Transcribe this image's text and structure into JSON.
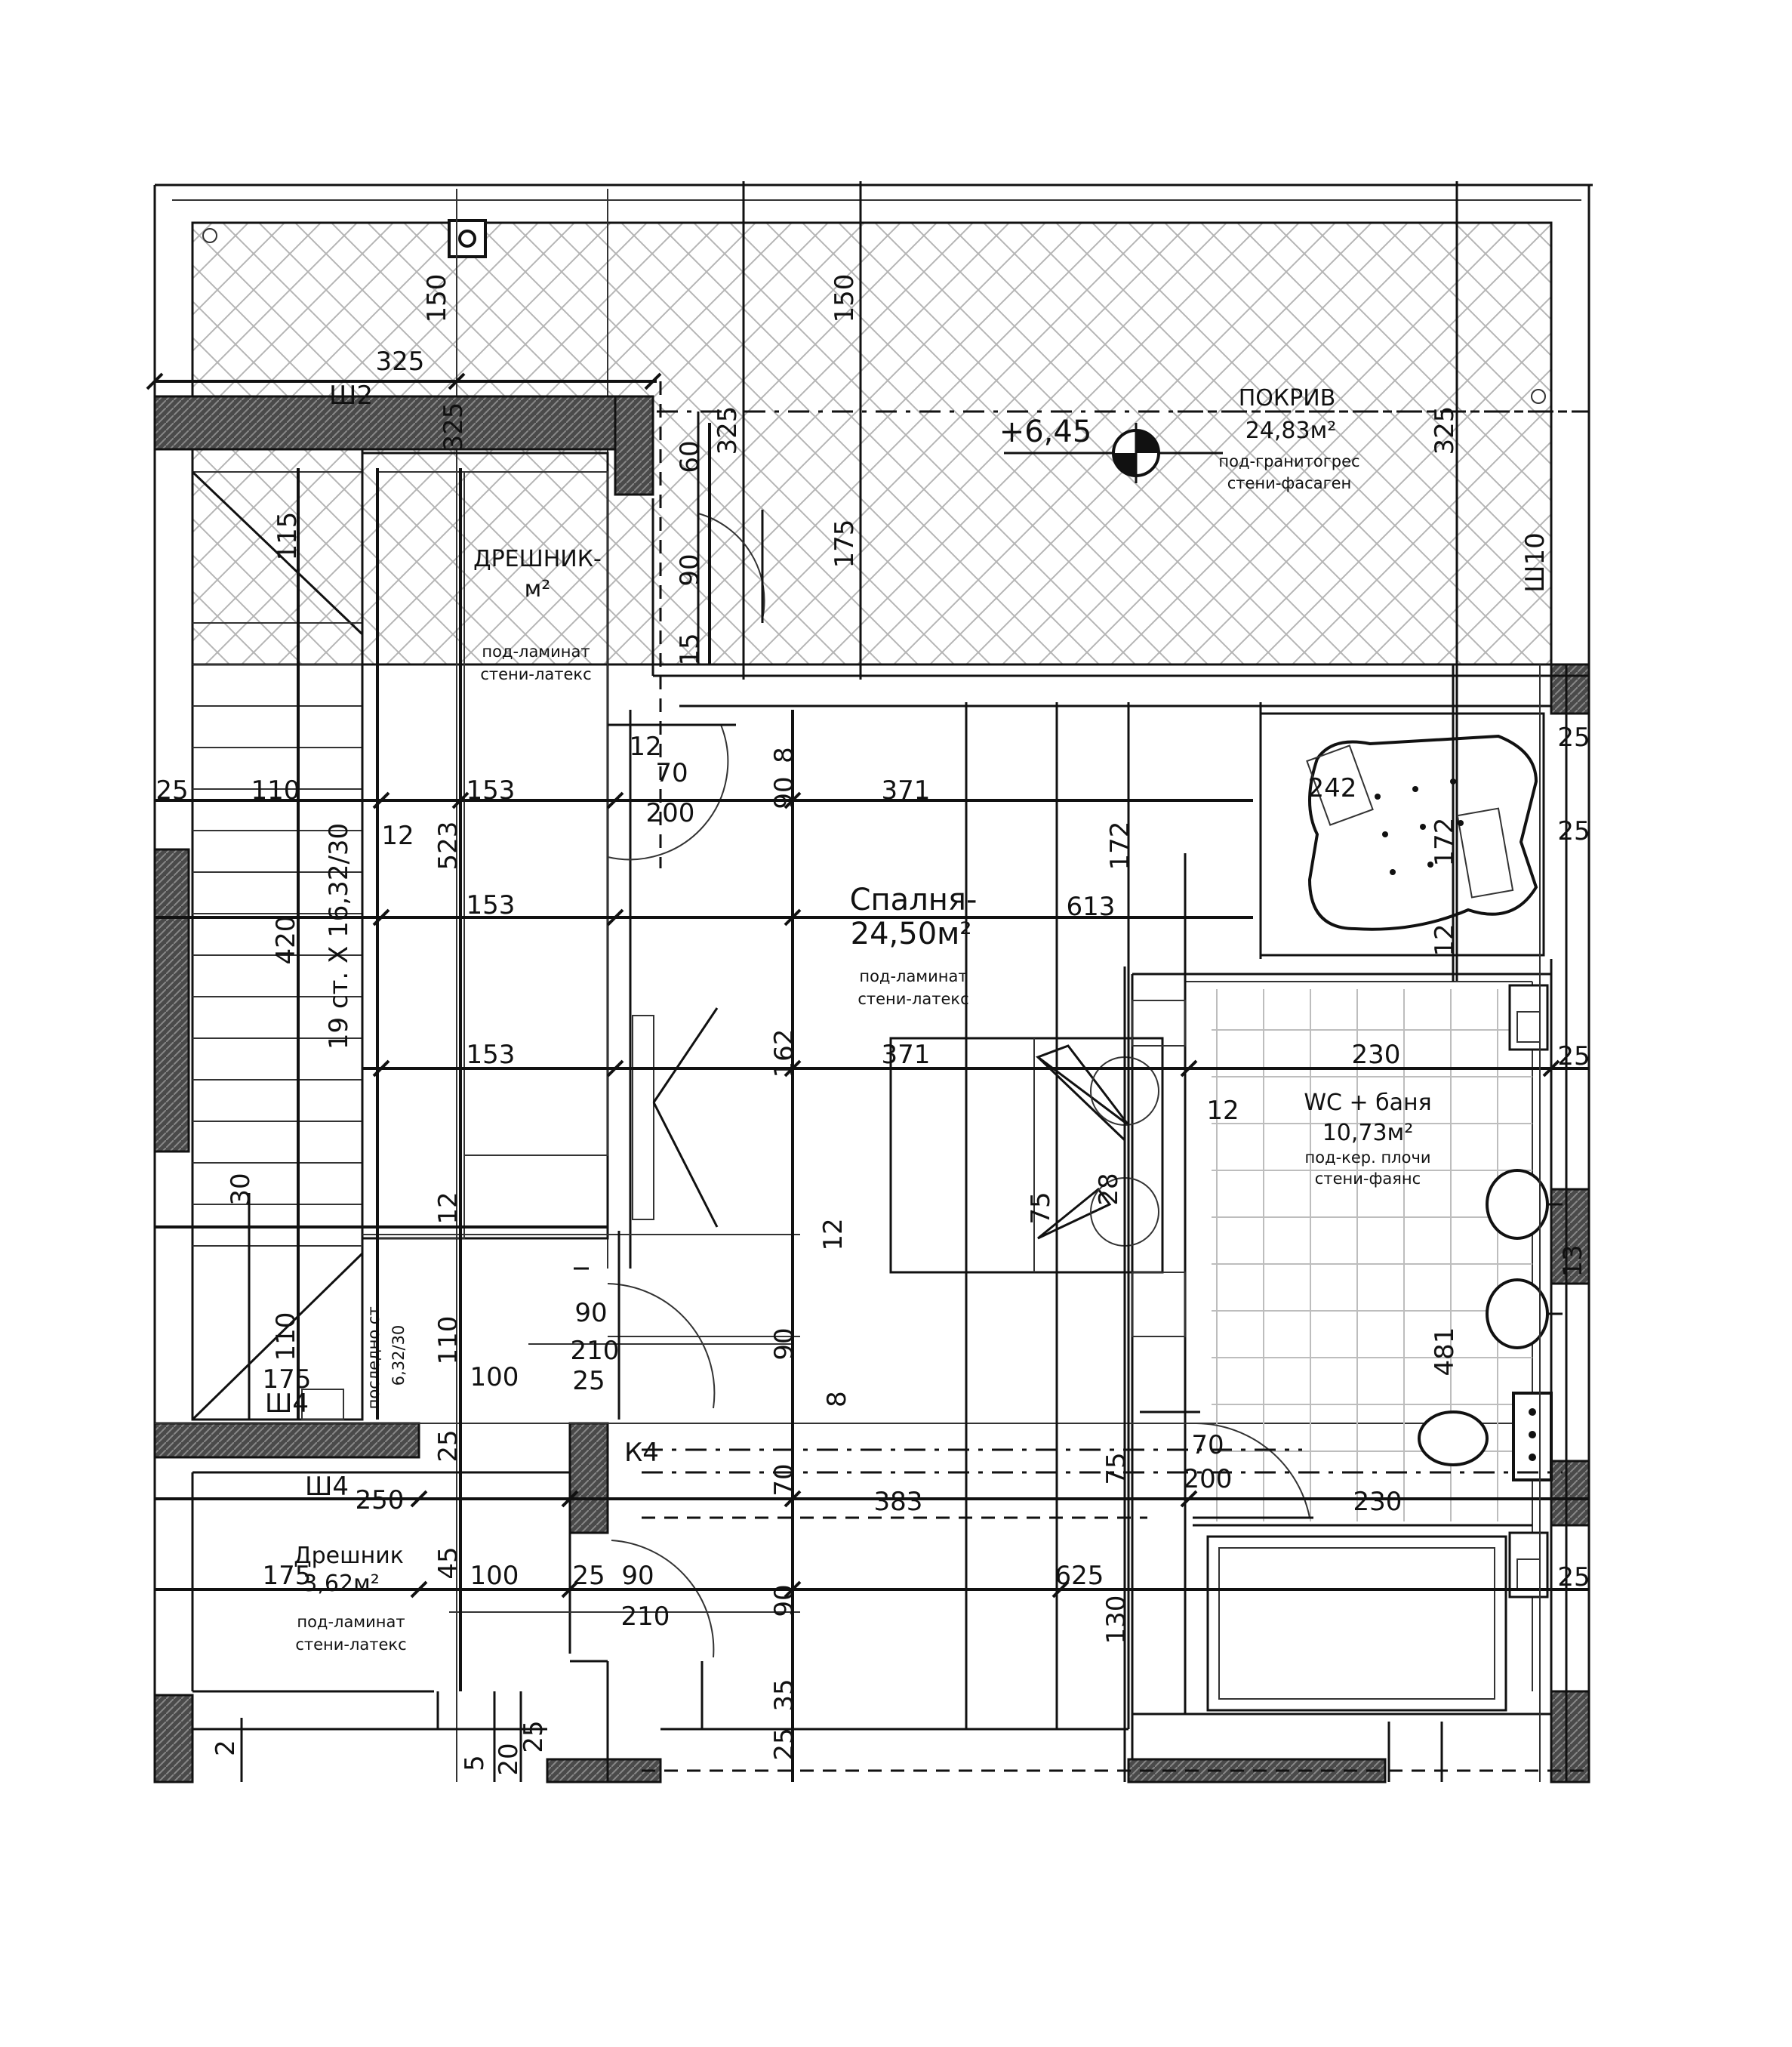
{
  "plan": {
    "rooms": {
      "roof": {
        "name": "ПОКРИВ",
        "area": "24,83м²",
        "floor": "под-гранитогрес",
        "walls": "стени-фасаген",
        "level": "+6,45"
      },
      "closet_top": {
        "name": "ДРЕШНИК-",
        "area": "м²",
        "floor": "под-ламинат",
        "walls": "стени-латекс"
      },
      "bedroom": {
        "name": "Спалня-",
        "area": "24,50м²",
        "floor": "под-ламинат",
        "walls": "стени-латекс"
      },
      "bath": {
        "name": "WC + баня",
        "area": "10,73м²",
        "floor": "под-кер. плочи",
        "walls": "стени-фаянс"
      },
      "closet_bottom": {
        "name": "Дрешник",
        "area": "3,62м²",
        "floor": "под-ламинат",
        "walls": "стени-латекс"
      }
    },
    "stairs": {
      "main": "19 ст. X 16,32/30",
      "last": "последно ст.",
      "last_size": "6,32/30"
    },
    "markers": {
      "sh2": "Ш2",
      "sh4a": "Ш4",
      "sh4b": "Ш4",
      "sh10": "Ш10",
      "k4": "К4"
    },
    "doors": {
      "d1_w": "70",
      "d1_h": "200",
      "d2_w": "90",
      "d2_h": "210",
      "d3_w": "90",
      "d3_h": "210",
      "d4_w": "70",
      "d4_h": "200"
    },
    "dims": {
      "h325": "325",
      "v150a": "150",
      "v150b": "150",
      "v325a": "325",
      "v325b": "325",
      "v325c": "325",
      "v60": "60",
      "v90a": "90",
      "v175a": "175",
      "v15a": "15",
      "v115": "115",
      "h25a": "25",
      "h110": "110",
      "h153a": "153",
      "v90b": "90",
      "v8a": "8",
      "h371a": "371",
      "v12a": "12",
      "v523": "523",
      "v12b": "12",
      "h153b": "153",
      "h613": "613",
      "v172a": "172",
      "v242": "242",
      "v172b": "172",
      "h25b": "25",
      "h25c": "25",
      "v12c": "12",
      "v420": "420",
      "h153c": "153",
      "v162": "162",
      "h371b": "371",
      "h230a": "230",
      "h25d": "25",
      "v12d": "12",
      "v30": "30",
      "v12e": "12",
      "v75a": "75",
      "v28": "28",
      "v12f": "12",
      "v110a": "110",
      "v110b": "110",
      "v90c": "90",
      "v481": "481",
      "v13": "13",
      "h175a": "175",
      "h100a": "100",
      "h25e": "25",
      "v8b": "8",
      "v25a": "25",
      "v70": "70",
      "v75b": "75",
      "h250": "250",
      "h383": "383",
      "h230b": "230",
      "h175b": "175",
      "v45": "45",
      "h100b": "100",
      "h25f": "25",
      "h625": "625",
      "h25g": "25",
      "v90d": "90",
      "v130": "130",
      "v35": "35",
      "v25b": "25",
      "v5": "5",
      "v20": "20",
      "v25c": "25",
      "v2": "2"
    }
  }
}
